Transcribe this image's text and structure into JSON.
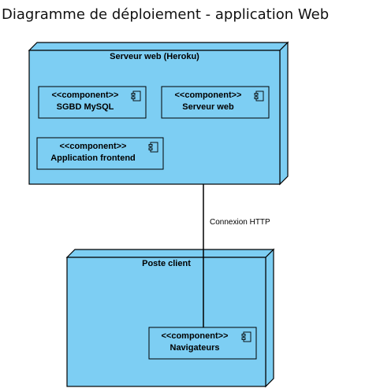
{
  "title": "Diagramme de déploiement - application Web",
  "colors": {
    "node_fill": "#7dcef3",
    "stroke": "#000000"
  },
  "nodes": {
    "server": {
      "name": "Serveur web (Heroku)",
      "components": [
        {
          "stereotype": "<<component>>",
          "name": "SGBD MySQL"
        },
        {
          "stereotype": "<<component>>",
          "name": "Serveur web"
        },
        {
          "stereotype": "<<component>>",
          "name": "Application frontend"
        }
      ]
    },
    "client": {
      "name": "Poste client",
      "components": [
        {
          "stereotype": "<<component>>",
          "name": "Navigateurs"
        }
      ]
    }
  },
  "connection": {
    "label": "Connexion HTTP"
  },
  "icons": {
    "component": "uml-component-icon"
  }
}
